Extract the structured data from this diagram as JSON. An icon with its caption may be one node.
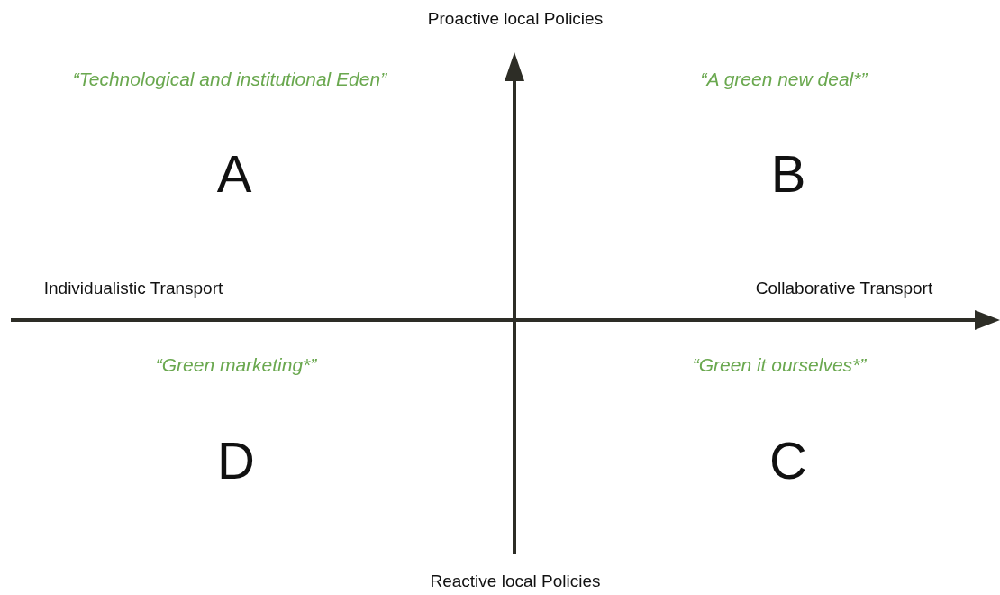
{
  "diagram": {
    "labels": [
      "Proactive local Policies",
      "“Technological and institutional Eden”",
      "“A green new deal*”",
      "A",
      "B",
      "Individualistic Transport",
      "Collaborative Transport",
      "“Green marketing*”",
      "“Green it ourselves*”",
      "D",
      "C",
      "Reactive local Policies"
    ]
  }
}
